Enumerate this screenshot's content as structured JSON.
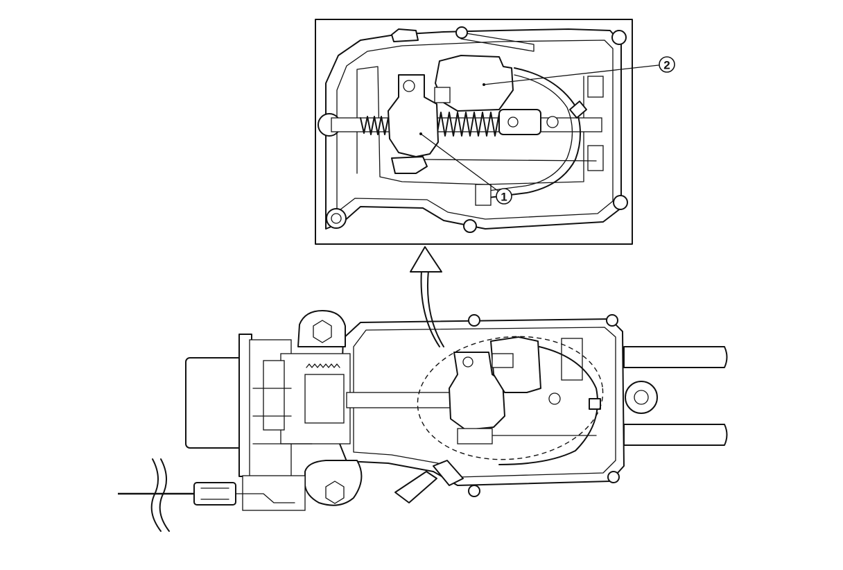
{
  "callouts": [
    {
      "id": "1",
      "label": "1"
    },
    {
      "id": "2",
      "label": "2"
    }
  ],
  "colors": {
    "line": "#111111",
    "background": "#ffffff"
  },
  "icons": [
    "arrow-up-icon"
  ]
}
